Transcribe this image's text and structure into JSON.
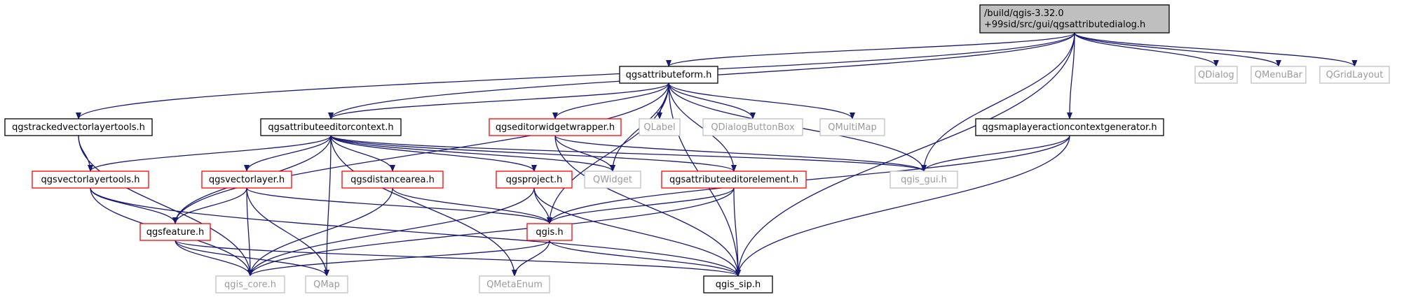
{
  "colors": {
    "edge": "#191970",
    "root_fill": "#bfbfbf",
    "border_black": "#000000",
    "border_red": "#ff0000",
    "border_gray": "#bfbfbf",
    "text_black": "#000000",
    "text_gray": "#9a9a9a",
    "background": "#ffffff"
  },
  "nodes": [
    {
      "id": "root",
      "lines": [
        "/build/qgis-3.32.0",
        "+99sid/src/gui/qgsattributedialog.h"
      ],
      "style": "root"
    },
    {
      "id": "attributeform",
      "lines": [
        "qgsattributeform.h"
      ],
      "style": "black"
    },
    {
      "id": "qdialog",
      "lines": [
        "QDialog"
      ],
      "style": "gray"
    },
    {
      "id": "qmenubar",
      "lines": [
        "QMenuBar"
      ],
      "style": "gray"
    },
    {
      "id": "qgridlayout",
      "lines": [
        "QGridLayout"
      ],
      "style": "gray"
    },
    {
      "id": "trackedvl",
      "lines": [
        "qgstrackedvectorlayertools.h"
      ],
      "style": "black"
    },
    {
      "id": "editorcontext",
      "lines": [
        "qgsattributeeditorcontext.h"
      ],
      "style": "black"
    },
    {
      "id": "editorwidgetwrapper",
      "lines": [
        "qgseditorwidgetwrapper.h"
      ],
      "style": "red"
    },
    {
      "id": "qlabel",
      "lines": [
        "QLabel"
      ],
      "style": "gray"
    },
    {
      "id": "qdialogbuttonbox",
      "lines": [
        "QDialogButtonBox"
      ],
      "style": "gray"
    },
    {
      "id": "qmultimap",
      "lines": [
        "QMultiMap"
      ],
      "style": "gray"
    },
    {
      "id": "mapactionctx",
      "lines": [
        "qgsmaplayeractioncontextgenerator.h"
      ],
      "style": "black"
    },
    {
      "id": "vltools",
      "lines": [
        "qgsvectorlayertools.h"
      ],
      "style": "red"
    },
    {
      "id": "vectorlayer",
      "lines": [
        "qgsvectorlayer.h"
      ],
      "style": "red"
    },
    {
      "id": "distancearea",
      "lines": [
        "qgsdistancearea.h"
      ],
      "style": "red"
    },
    {
      "id": "project",
      "lines": [
        "qgsproject.h"
      ],
      "style": "red"
    },
    {
      "id": "qwidget",
      "lines": [
        "QWidget"
      ],
      "style": "gray"
    },
    {
      "id": "editorelement",
      "lines": [
        "qgsattributeeditorelement.h"
      ],
      "style": "red"
    },
    {
      "id": "gui",
      "lines": [
        "qgis_gui.h"
      ],
      "style": "gray"
    },
    {
      "id": "feature",
      "lines": [
        "qgsfeature.h"
      ],
      "style": "red"
    },
    {
      "id": "qgis",
      "lines": [
        "qgis.h"
      ],
      "style": "red"
    },
    {
      "id": "core",
      "lines": [
        "qgis_core.h"
      ],
      "style": "gray"
    },
    {
      "id": "qmap",
      "lines": [
        "QMap"
      ],
      "style": "gray"
    },
    {
      "id": "qmetaenum",
      "lines": [
        "QMetaEnum"
      ],
      "style": "gray"
    },
    {
      "id": "sip",
      "lines": [
        "qgis_sip.h"
      ],
      "style": "black"
    }
  ],
  "edges": [
    [
      "root",
      "attributeform"
    ],
    [
      "root",
      "qdialog"
    ],
    [
      "root",
      "qmenubar"
    ],
    [
      "root",
      "qgridlayout"
    ],
    [
      "root",
      "trackedvl"
    ],
    [
      "root",
      "editorcontext"
    ],
    [
      "root",
      "mapactionctx"
    ],
    [
      "root",
      "gui"
    ],
    [
      "root",
      "sip"
    ],
    [
      "attributeform",
      "editorcontext"
    ],
    [
      "attributeform",
      "editorwidgetwrapper"
    ],
    [
      "attributeform",
      "qlabel"
    ],
    [
      "attributeform",
      "qdialogbuttonbox"
    ],
    [
      "attributeform",
      "qmultimap"
    ],
    [
      "attributeform",
      "qwidget"
    ],
    [
      "attributeform",
      "gui"
    ],
    [
      "attributeform",
      "feature"
    ],
    [
      "attributeform",
      "qgis"
    ],
    [
      "attributeform",
      "sip"
    ],
    [
      "attributeform",
      "editorelement"
    ],
    [
      "trackedvl",
      "vltools"
    ],
    [
      "trackedvl",
      "core"
    ],
    [
      "editorcontext",
      "vltools"
    ],
    [
      "editorcontext",
      "vectorlayer"
    ],
    [
      "editorcontext",
      "distancearea"
    ],
    [
      "editorcontext",
      "project"
    ],
    [
      "editorcontext",
      "qwidget"
    ],
    [
      "editorcontext",
      "editorelement"
    ],
    [
      "editorcontext",
      "gui"
    ],
    [
      "editorcontext",
      "feature"
    ],
    [
      "editorcontext",
      "qmap"
    ],
    [
      "editorcontext",
      "qmetaenum"
    ],
    [
      "editorwidgetwrapper",
      "gui"
    ],
    [
      "editorwidgetwrapper",
      "sip"
    ],
    [
      "editorwidgetwrapper",
      "qwidget"
    ],
    [
      "mapactionctx",
      "gui"
    ],
    [
      "mapactionctx",
      "qgis"
    ],
    [
      "mapactionctx",
      "sip"
    ],
    [
      "vltools",
      "feature"
    ],
    [
      "vltools",
      "core"
    ],
    [
      "vltools",
      "sip"
    ],
    [
      "vectorlayer",
      "feature"
    ],
    [
      "vectorlayer",
      "core"
    ],
    [
      "vectorlayer",
      "qmap"
    ],
    [
      "vectorlayer",
      "qgis"
    ],
    [
      "distancearea",
      "qgis"
    ],
    [
      "distancearea",
      "core"
    ],
    [
      "project",
      "qgis"
    ],
    [
      "project",
      "core"
    ],
    [
      "project",
      "sip"
    ],
    [
      "editorelement",
      "qgis"
    ],
    [
      "editorelement",
      "sip"
    ],
    [
      "editorelement",
      "core"
    ],
    [
      "feature",
      "core"
    ],
    [
      "feature",
      "qmap"
    ],
    [
      "feature",
      "sip"
    ],
    [
      "qgis",
      "core"
    ],
    [
      "qgis",
      "qmetaenum"
    ],
    [
      "qgis",
      "sip"
    ]
  ]
}
